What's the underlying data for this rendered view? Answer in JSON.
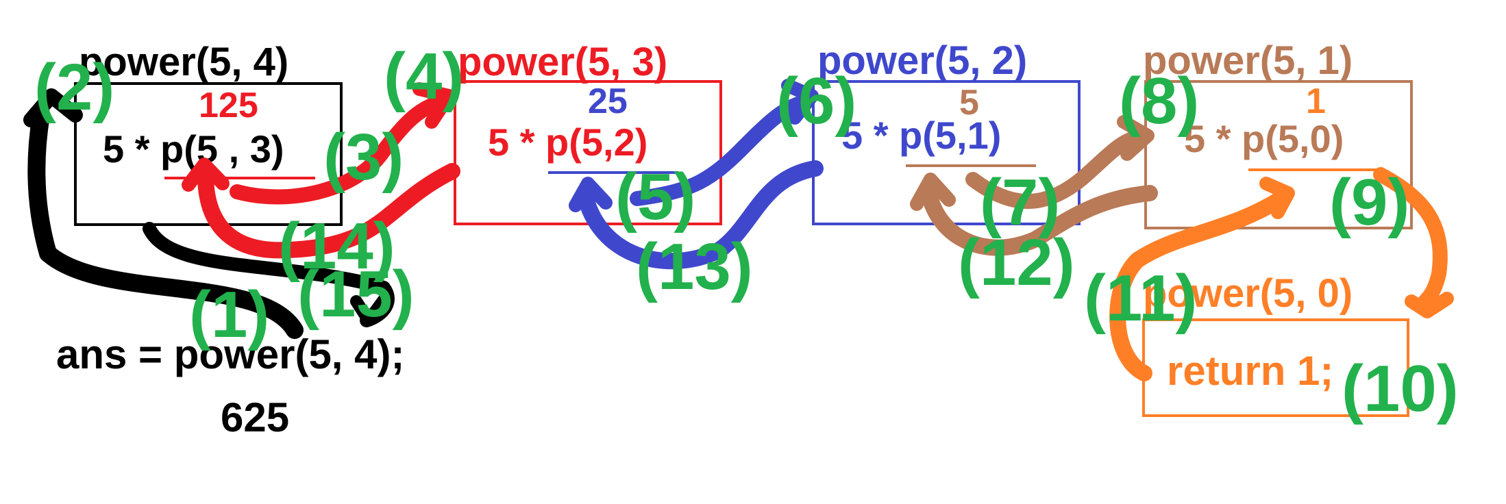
{
  "colors": {
    "black": "#000000",
    "red": "#ed1c24",
    "blue": "#3f48cc",
    "brown": "#b97a57",
    "orange": "#ff7f27",
    "green": "#22b14c"
  },
  "frames": [
    {
      "title": "power(5, 4)",
      "returned": "125",
      "expression": "5 * p(5 , 3)",
      "color": "black"
    },
    {
      "title": "power(5, 3)",
      "returned": "25",
      "expression": "5 * p(5,2)",
      "color": "red"
    },
    {
      "title": "power(5, 2)",
      "returned": "5",
      "expression": "5 * p(5,1)",
      "color": "blue"
    },
    {
      "title": "power(5, 1)",
      "returned": "1",
      "expression": "5 * p(5,0)",
      "color": "brown"
    },
    {
      "title": "power(5, 0)",
      "expression": "return 1;",
      "color": "orange"
    }
  ],
  "main": {
    "statement": "ans = power(5, 4);",
    "result": "625"
  },
  "steps": [
    "(1)",
    "(2)",
    "(3)",
    "(4)",
    "(5)",
    "(6)",
    "(7)",
    "(8)",
    "(9)",
    "(10)",
    "(11)",
    "(12)",
    "(13)",
    "(14)",
    "(15)"
  ]
}
